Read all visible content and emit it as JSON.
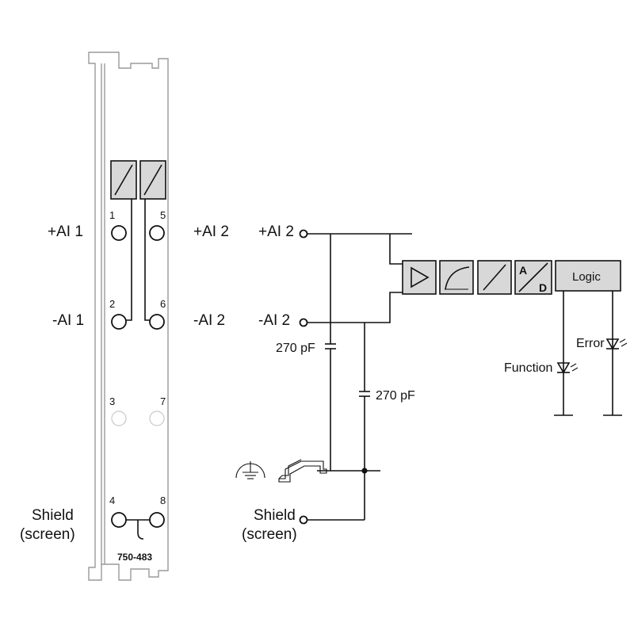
{
  "module": {
    "part_number": "750-483",
    "left_labels": {
      "ai1_pos": "+AI 1",
      "ai1_neg": "-AI 1",
      "shield_line1": "Shield",
      "shield_line2": "(screen)"
    },
    "right_labels": {
      "ai2_pos": "+AI 2",
      "ai2_neg": "-AI 2"
    },
    "terminal_numbers": [
      "1",
      "2",
      "3",
      "4",
      "5",
      "6",
      "7",
      "8"
    ]
  },
  "schematic": {
    "ai2_pos": "+AI 2",
    "ai2_neg": "-AI 2",
    "cap1": "270 pF",
    "cap2": "270 pF",
    "shield_line1": "Shield",
    "shield_line2": "(screen)",
    "adc_a": "A",
    "adc_d": "D",
    "logic": "Logic",
    "error": "Error",
    "function": "Function"
  },
  "icons": {
    "ground": "protective-earth-icon",
    "din_rail": "din-rail-icon",
    "amplifier": "amplifier-triangle-icon",
    "filter": "filter-curve-icon",
    "isolation": "isolation-slash-icon",
    "led": "led-diode-icon"
  }
}
